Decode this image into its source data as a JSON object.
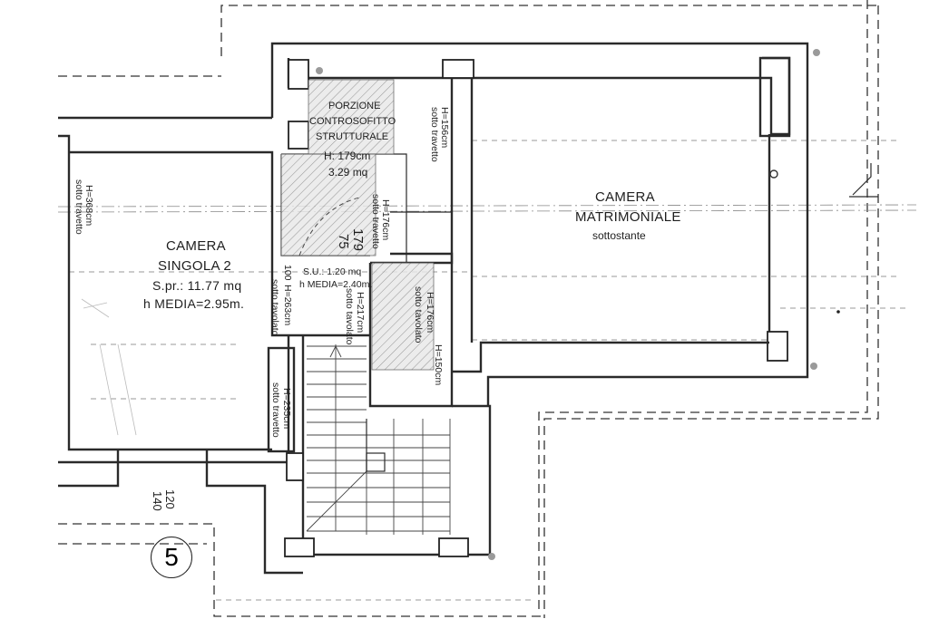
{
  "rooms": {
    "camera_singola": {
      "title_line1": "CAMERA",
      "title_line2": "SINGOLA 2",
      "surface": "S.pr.: 11.77 mq",
      "height": "h MEDIA=2.95m."
    },
    "camera_matrimoniale": {
      "title_line1": "CAMERA",
      "title_line2": "MATRIMONIALE",
      "note": "sottostante"
    },
    "porzione": {
      "line1": "PORZIONE",
      "line2": "CONTROSOFITTO",
      "line3": "STRUTTURALE",
      "height": "H: 179cm",
      "area": "3.29 mq"
    },
    "disimpegno": {
      "surface": "S.U.: 1.20 mq",
      "height": "h MEDIA=2.40m."
    }
  },
  "annotations": {
    "h156": "H=156cm",
    "sotto_travetto_1": "sotto travetto",
    "h368": "H=368cm",
    "sotto_travetto_2": "sotto travetto",
    "h176": "H=176cm",
    "sotto_travetto_3": "sotto travetto",
    "h263": "H=263cm",
    "sotto_tavolato_1": "sotto tavolato",
    "h217": "H=217cm",
    "sotto_tavolato_2": "sotto tavolato",
    "h176b": "H=176cm",
    "sotto_tavolato_3": "sotto tavolato",
    "h150": "H=150cm",
    "h235": "H=235cm",
    "sotto_travetto_4": "sotto travetto",
    "dim75": "75",
    "dim179": "179",
    "dim100": "100",
    "dim120": "120",
    "dim140": "140"
  },
  "plan_number": "5"
}
